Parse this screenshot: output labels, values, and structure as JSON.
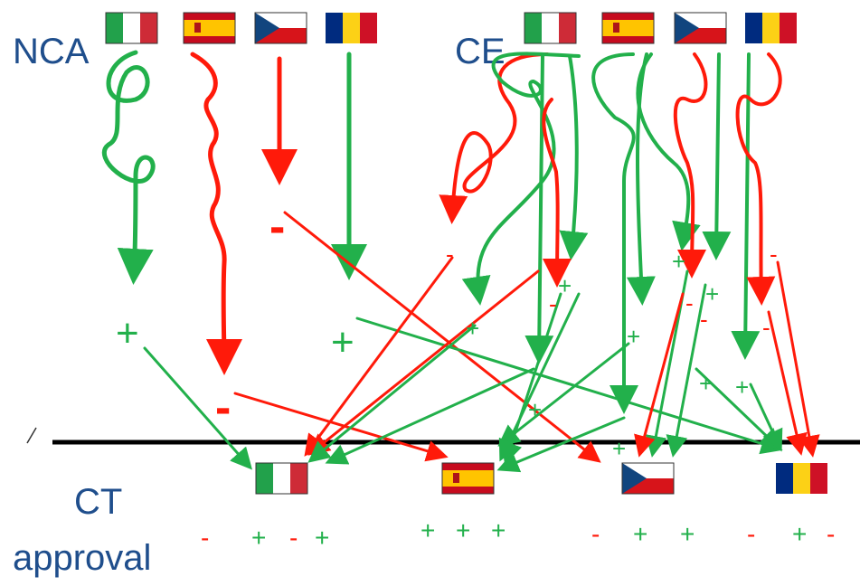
{
  "labels": {
    "nca": "NCA",
    "ce": "CE",
    "ct": "CT",
    "approval": "approval"
  },
  "colors": {
    "text": "#1f4e8c",
    "positive": "#22b04b",
    "negative": "#ff1a0a",
    "baseline": "#000000"
  },
  "flags": {
    "nca_row": [
      "italy-flag-icon",
      "spain-flag-icon",
      "czech-flag-icon",
      "romania-flag-icon"
    ],
    "ce_row": [
      "italy-flag-icon",
      "spain-flag-icon",
      "czech-flag-icon",
      "romania-flag-icon"
    ],
    "ct_row": [
      "italy-flag-icon",
      "spain-flag-icon",
      "czech-flag-icon",
      "romania-flag-icon"
    ]
  },
  "nca_outcomes": [
    "+",
    "-",
    "-",
    "+"
  ],
  "ce_outcomes": [
    "-",
    "+",
    "-",
    "+",
    "+",
    "+",
    "+",
    "+",
    "-",
    "+",
    "-",
    "+",
    "+",
    "-",
    "-",
    "+"
  ],
  "approval_signs": {
    "italy": [
      "-",
      "+",
      "-",
      "+"
    ],
    "spain": [
      "+",
      "+",
      "+"
    ],
    "czech": [
      "-",
      "+",
      "+"
    ],
    "romania": [
      "-",
      "+",
      "-"
    ]
  }
}
